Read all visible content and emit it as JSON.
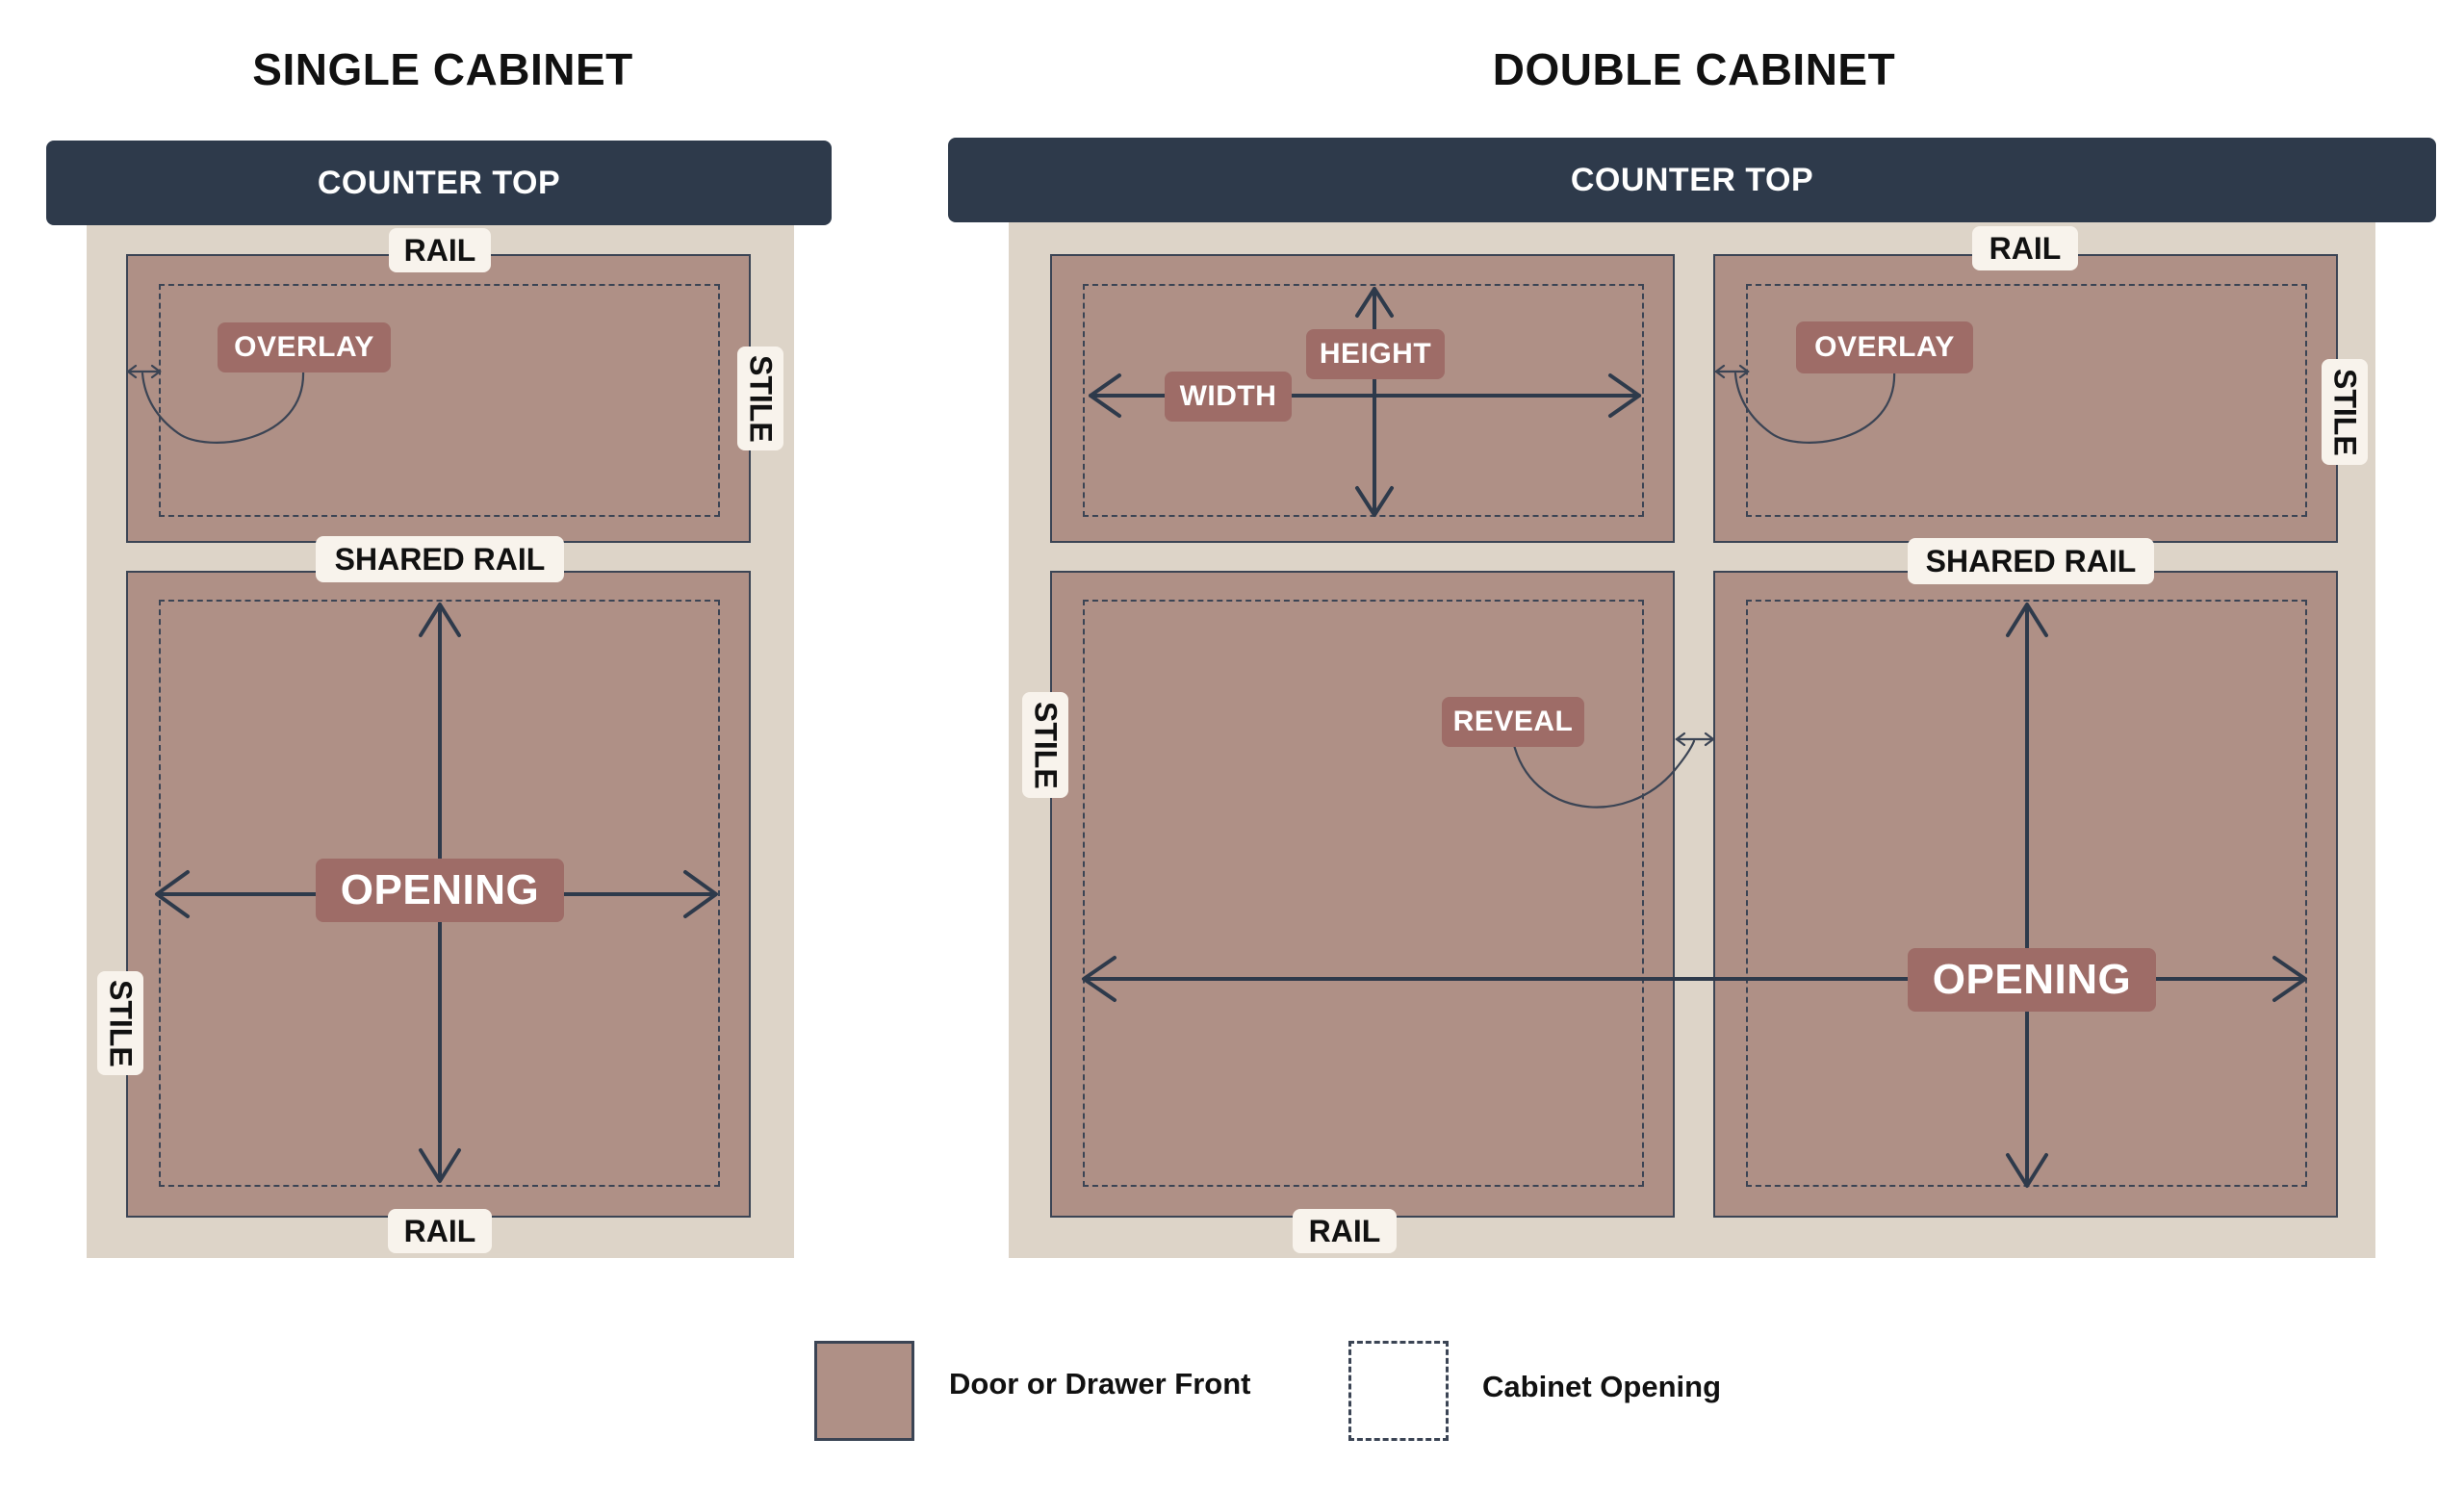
{
  "titles": {
    "single": "SINGLE CABINET",
    "double": "DOUBLE CABINET"
  },
  "single_cabinet": {
    "counter_top": "COUNTER TOP",
    "rail_top": "RAIL",
    "stile_right": "STILE",
    "shared_rail": "SHARED RAIL",
    "stile_left": "STILE",
    "rail_bottom": "RAIL",
    "overlay": "OVERLAY",
    "opening": "OPENING"
  },
  "double_cabinet": {
    "counter_top": "COUNTER TOP",
    "rail_top": "RAIL",
    "stile_right": "STILE",
    "shared_rail": "SHARED RAIL",
    "stile_left": "STILE",
    "rail_bottom": "RAIL",
    "overlay": "OVERLAY",
    "height": "HEIGHT",
    "width": "WIDTH",
    "reveal": "REVEAL",
    "opening": "OPENING"
  },
  "legend": {
    "door_front": "Door or Drawer Front",
    "cabinet_opening": "Cabinet Opening"
  },
  "colors": {
    "counter_top": "#2e3a4b",
    "cabinet_frame": "#ddd4c8",
    "door_front": "#af9086",
    "label_dim": "#9e6c67",
    "label_part": "#f8f3ec",
    "line": "#3b4454"
  }
}
